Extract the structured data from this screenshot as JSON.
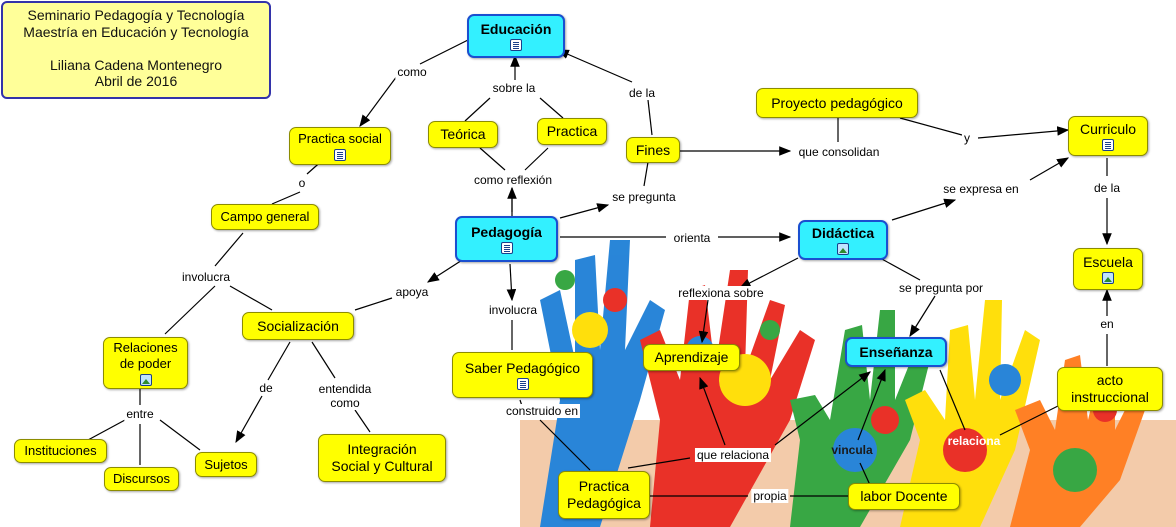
{
  "info_box": {
    "lines": [
      "Seminario Pedagogía y Tecnología",
      "Maestría en Educación y Tecnología",
      "",
      "Liliana Cadena Montenegro",
      "Abril de 2016"
    ]
  },
  "concepts": {
    "educacion": "Educación",
    "practica_social": "Practica social",
    "campo_general": "Campo general",
    "teorica": "Teórica",
    "practica": "Practica",
    "fines": "Fines",
    "proyecto_pedagogico": "Proyecto pedagógico",
    "curriculo": "Curriculo",
    "pedagogia": "Pedagogía",
    "didactica": "Didáctica",
    "escuela": "Escuela",
    "socializacion": "Socialización",
    "relaciones_de_poder": "Relaciones\nde poder",
    "saber_pedagogico": "Saber Pedagógico",
    "aprendizaje": "Aprendizaje",
    "ensenanza": "Enseñanza",
    "acto_instruccional": "acto\ninstruccional",
    "instituciones": "Instituciones",
    "discursos": "Discursos",
    "sujetos": "Sujetos",
    "integracion": "Integración\nSocial y Cultural",
    "practica_pedagogica": "Practica\nPedagógica",
    "labor_docente": "labor Docente"
  },
  "links": {
    "como": "como",
    "sobre_la": "sobre la",
    "de_la_1": "de la",
    "o": "o",
    "como_reflexion": "como reflexión",
    "que_consolidan": "que consolidan",
    "y": "y",
    "se_pregunta": "se pregunta",
    "se_expresa_en": "se expresa en",
    "de_la_2": "de la",
    "involucra_1": "involucra",
    "orienta": "orienta",
    "apoya": "apoya",
    "reflexiona_sobre": "reflexiona sobre",
    "se_pregunta_por": "se pregunta por",
    "involucra_2": "involucra",
    "en": "en",
    "de": "de",
    "entendida_como": "entendida\ncomo",
    "entre": "entre",
    "construido_en": "construido en",
    "que_relaciona": "que relaciona",
    "vincula": "vincula",
    "relaciona": "relaciona",
    "propia": "propia"
  },
  "icons": [
    "doc-icon",
    "image-icon"
  ],
  "colors": {
    "concept": "#ffff00",
    "main_concept": "#33f0ff",
    "main_border": "#1a4fd0",
    "info_bg": "#ffff99",
    "info_border": "#3333aa"
  }
}
